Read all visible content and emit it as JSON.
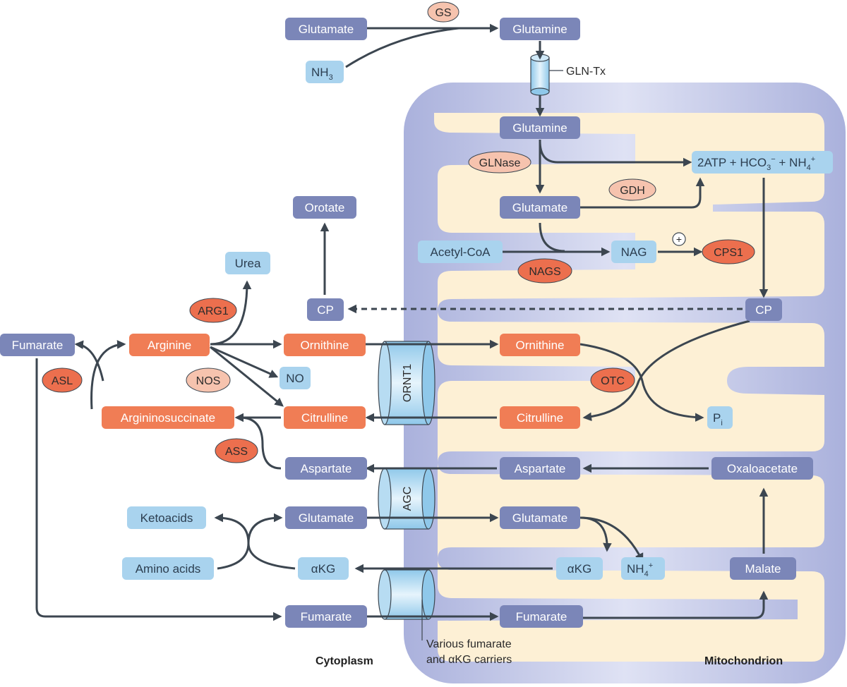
{
  "labels": {
    "gs": "GS",
    "glutamate_top": "Glutamate",
    "glutamine_top": "Glutamine",
    "nh3": "NH",
    "nh3_sub": "3",
    "gln_tx": "GLN-Tx",
    "glutamine_mito": "Glutamine",
    "glnase": "GLNase",
    "atp_formula": "2ATP + HCO",
    "atp_sub": "3",
    "atp_sup": "−",
    "atp_plus": " + NH",
    "atp_sub2": "4",
    "atp_sup2": "+",
    "gdh": "GDH",
    "glutamate_mito": "Glutamate",
    "orotate": "Orotate",
    "acetyl_coa": "Acetyl-CoA",
    "nag": "NAG",
    "plus_circle": "+",
    "cps1": "CPS1",
    "nags": "NAGS",
    "urea": "Urea",
    "arg1": "ARG1",
    "cp_cyto": "CP",
    "cp_mito": "CP",
    "fumarate_left": "Fumarate",
    "arginine": "Arginine",
    "ornithine_cyto": "Ornithine",
    "ornithine_mito": "Ornithine",
    "asl": "ASL",
    "nos": "NOS",
    "no": "NO",
    "ornt1": "ORNT1",
    "otc": "OTC",
    "argininosuccinate": "Argininosuccinate",
    "citrulline_cyto": "Citrulline",
    "citrulline_mito": "Citrulline",
    "pi": "P",
    "pi_sub": "i",
    "ass": "ASS",
    "aspartate_cyto": "Aspartate",
    "aspartate_mito": "Aspartate",
    "oxaloacetate": "Oxaloacetate",
    "agc": "AGC",
    "ketoacids": "Ketoacids",
    "glutamate_cyto": "Glutamate",
    "glutamate_mito2": "Glutamate",
    "amino_acids": "Amino acids",
    "akg_cyto": "αKG",
    "akg_mito": "αKG",
    "nh4": "NH",
    "nh4_sub": "4",
    "nh4_sup": "+",
    "malate": "Malate",
    "fumarate_cyto": "Fumarate",
    "fumarate_mito": "Fumarate",
    "carriers_line1": "Various fumarate",
    "carriers_line2": "and αKG carriers",
    "cytoplasm": "Cytoplasm",
    "mitochondrion": "Mitochondrion"
  },
  "colors": {
    "purple_box": "#7b86b8",
    "blue_box": "#a9d3ee",
    "orange_box": "#f07d55",
    "enzyme_light": "#f6c3ae",
    "enzyme_dark": "#ec6f4e",
    "mito_outer": "#b7bde0",
    "mito_inner": "#fdf1d6",
    "arrow": "#3c4650"
  }
}
